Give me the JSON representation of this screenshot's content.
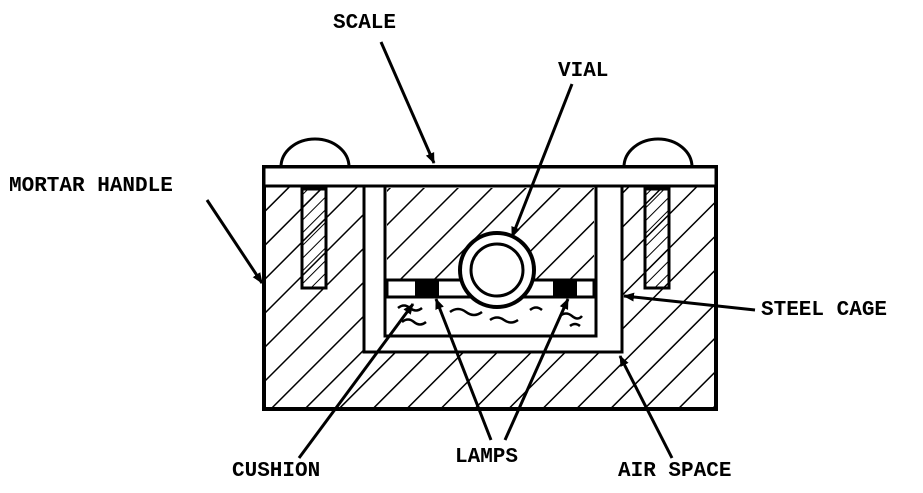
{
  "labels": {
    "scale": "SCALE",
    "vial": "VIAL",
    "mortar_handle": "MORTAR HANDLE",
    "steel_cage": "STEEL CAGE",
    "cushion": "CUSHION",
    "lamps": "LAMPS",
    "air_space": "AIR SPACE"
  }
}
